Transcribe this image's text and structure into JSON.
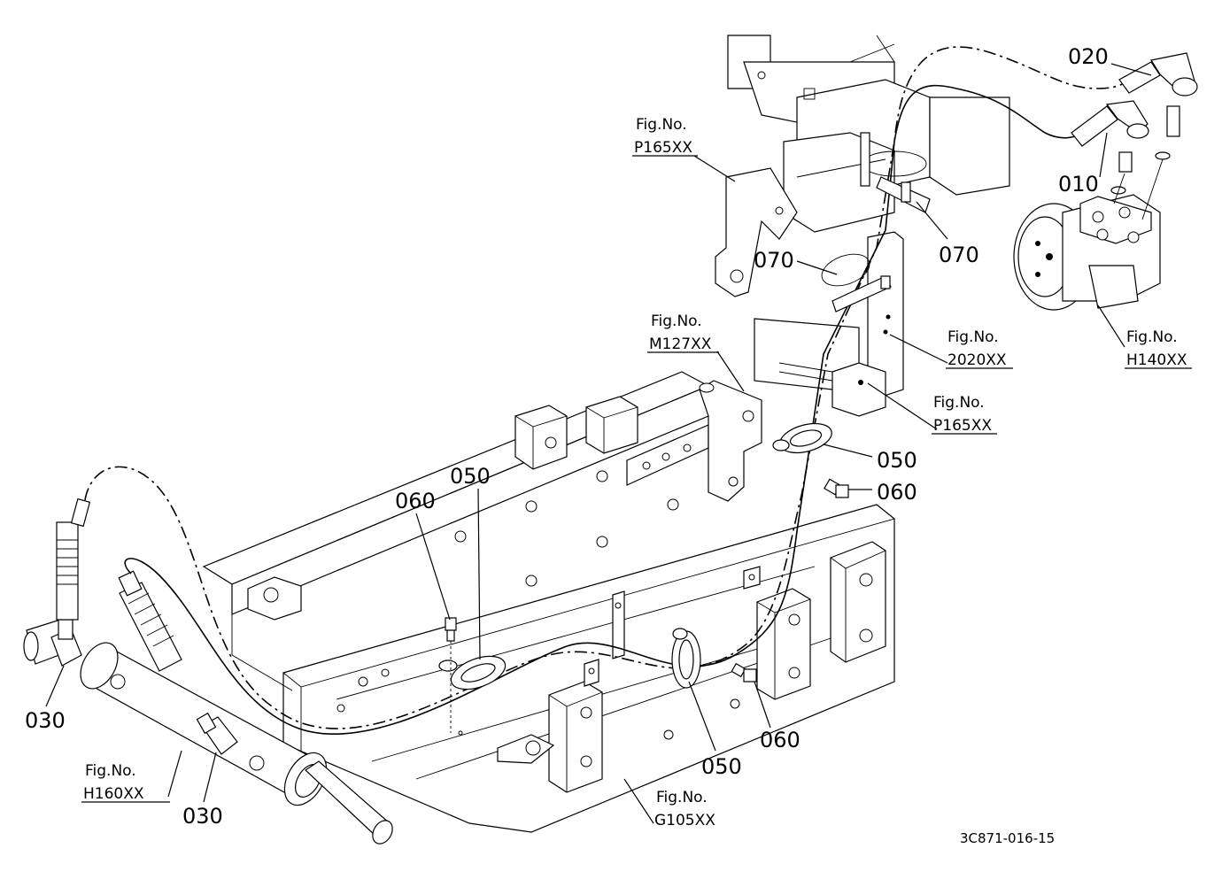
{
  "callouts": {
    "c010": "010",
    "c020": "020",
    "c030_a": "030",
    "c030_b": "030",
    "c050_a": "050",
    "c050_b": "050",
    "c050_c": "050",
    "c060_a": "060",
    "c060_b": "060",
    "c060_c": "060",
    "c070_a": "070",
    "c070_b": "070"
  },
  "figure_refs": {
    "p165_top": {
      "prefix": "Fig.No.",
      "code": "P165XX"
    },
    "m127": {
      "prefix": "Fig.No.",
      "code": "M127XX"
    },
    "f2020": {
      "prefix": "Fig.No.",
      "code": "2020XX"
    },
    "p165_mid": {
      "prefix": "Fig.No.",
      "code": "P165XX"
    },
    "h140": {
      "prefix": "Fig.No.",
      "code": "H140XX"
    },
    "h160": {
      "prefix": "Fig.No.",
      "code": "H160XX"
    },
    "g105": {
      "prefix": "Fig.No.",
      "code": "G105XX"
    }
  },
  "drawing_code": "3C871-016-15"
}
